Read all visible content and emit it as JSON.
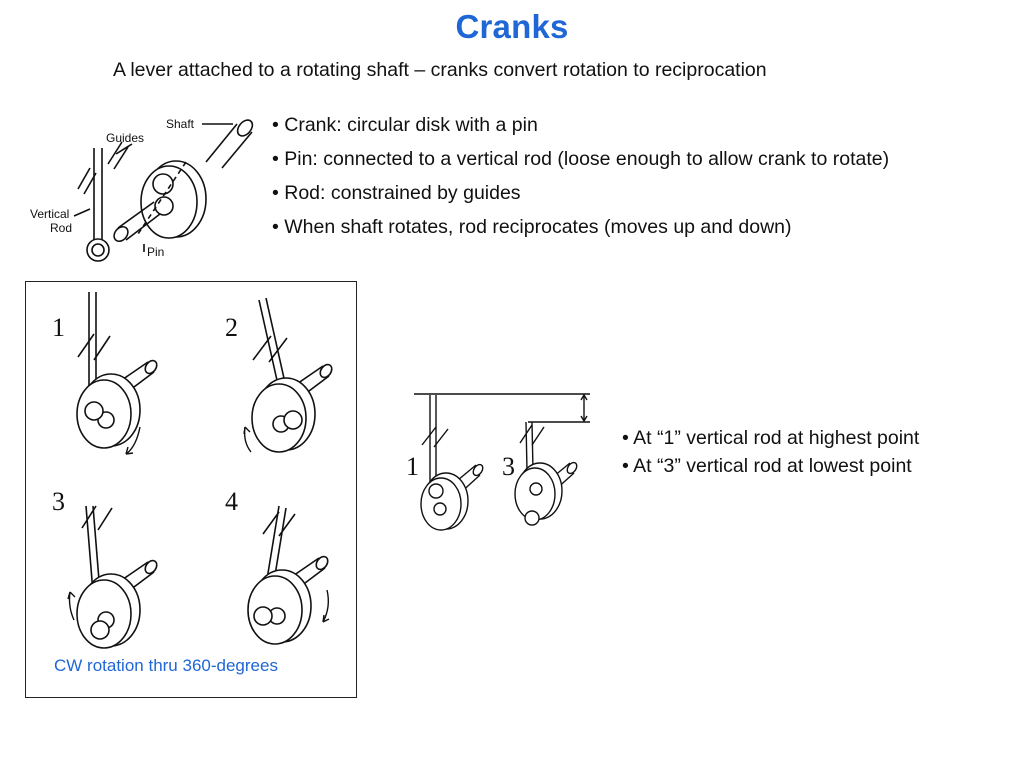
{
  "page": {
    "title": "Cranks",
    "subtitle": "A lever attached to a rotating shaft – cranks convert rotation to reciprocation"
  },
  "bullets_top": [
    "• Crank: circular disk with a pin",
    "• Pin: connected to a vertical rod (loose enough to allow crank to rotate)",
    "• Rod: constrained by guides",
    "• When shaft rotates, rod reciprocates (moves up and down)"
  ],
  "bullets_right": [
    "• At “1” vertical rod at highest point",
    "• At “3” vertical rod at lowest point"
  ],
  "figure_labels": {
    "shaft": "Shaft",
    "guides": "Guides",
    "vertical": "Vertical",
    "rod": "Rod",
    "pin": "Pin"
  },
  "positions": [
    "1",
    "2",
    "3",
    "4"
  ],
  "positions_mid": [
    "1",
    "3"
  ],
  "caption": "CW rotation thru 360-degrees",
  "colors": {
    "title": "#1f66d6",
    "caption": "#1f66d6",
    "text": "#111111"
  }
}
